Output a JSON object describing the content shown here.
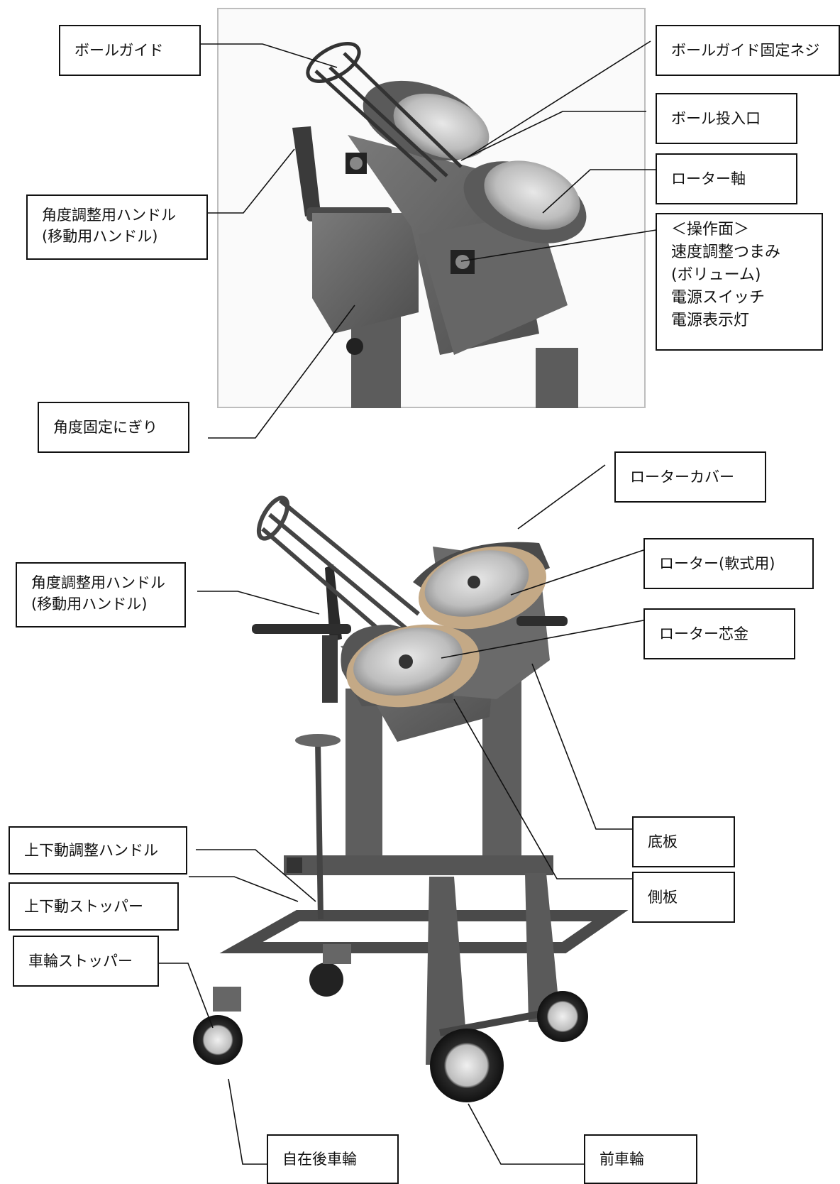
{
  "labels": {
    "ball_guide": "ボールガイド",
    "ball_guide_screw": "ボールガイド固定ネジ",
    "ball_inlet": "ボール投入口",
    "rotor_shaft": "ローター軸",
    "angle_handle_top": "角度調整用ハンドル\n(移動用ハンドル)",
    "control_panel": "＜操作面＞\n速度調整つまみ\n(ボリューム)\n電源スイッチ\n電源表示灯",
    "angle_lock_knob": "角度固定にぎり",
    "rotor_cover": "ローターカバー",
    "rotor_soft": "ローター(軟式用)",
    "angle_handle_bottom": "角度調整用ハンドル\n(移動用ハンドル)",
    "rotor_core": "ローター芯金",
    "vertical_handle": "上下動調整ハンドル",
    "bottom_plate": "底板",
    "vertical_stopper": "上下動ストッパー",
    "side_plate": "側板",
    "wheel_stopper": "車輪ストッパー",
    "rear_caster": "自在後車輪",
    "front_wheel": "前車輪"
  },
  "colors": {
    "machine_body": "#6e6e6e",
    "machine_dark": "#3a3a3a",
    "rotor_face": "#c8c8c8",
    "frame_border": "#bdbdbd"
  }
}
